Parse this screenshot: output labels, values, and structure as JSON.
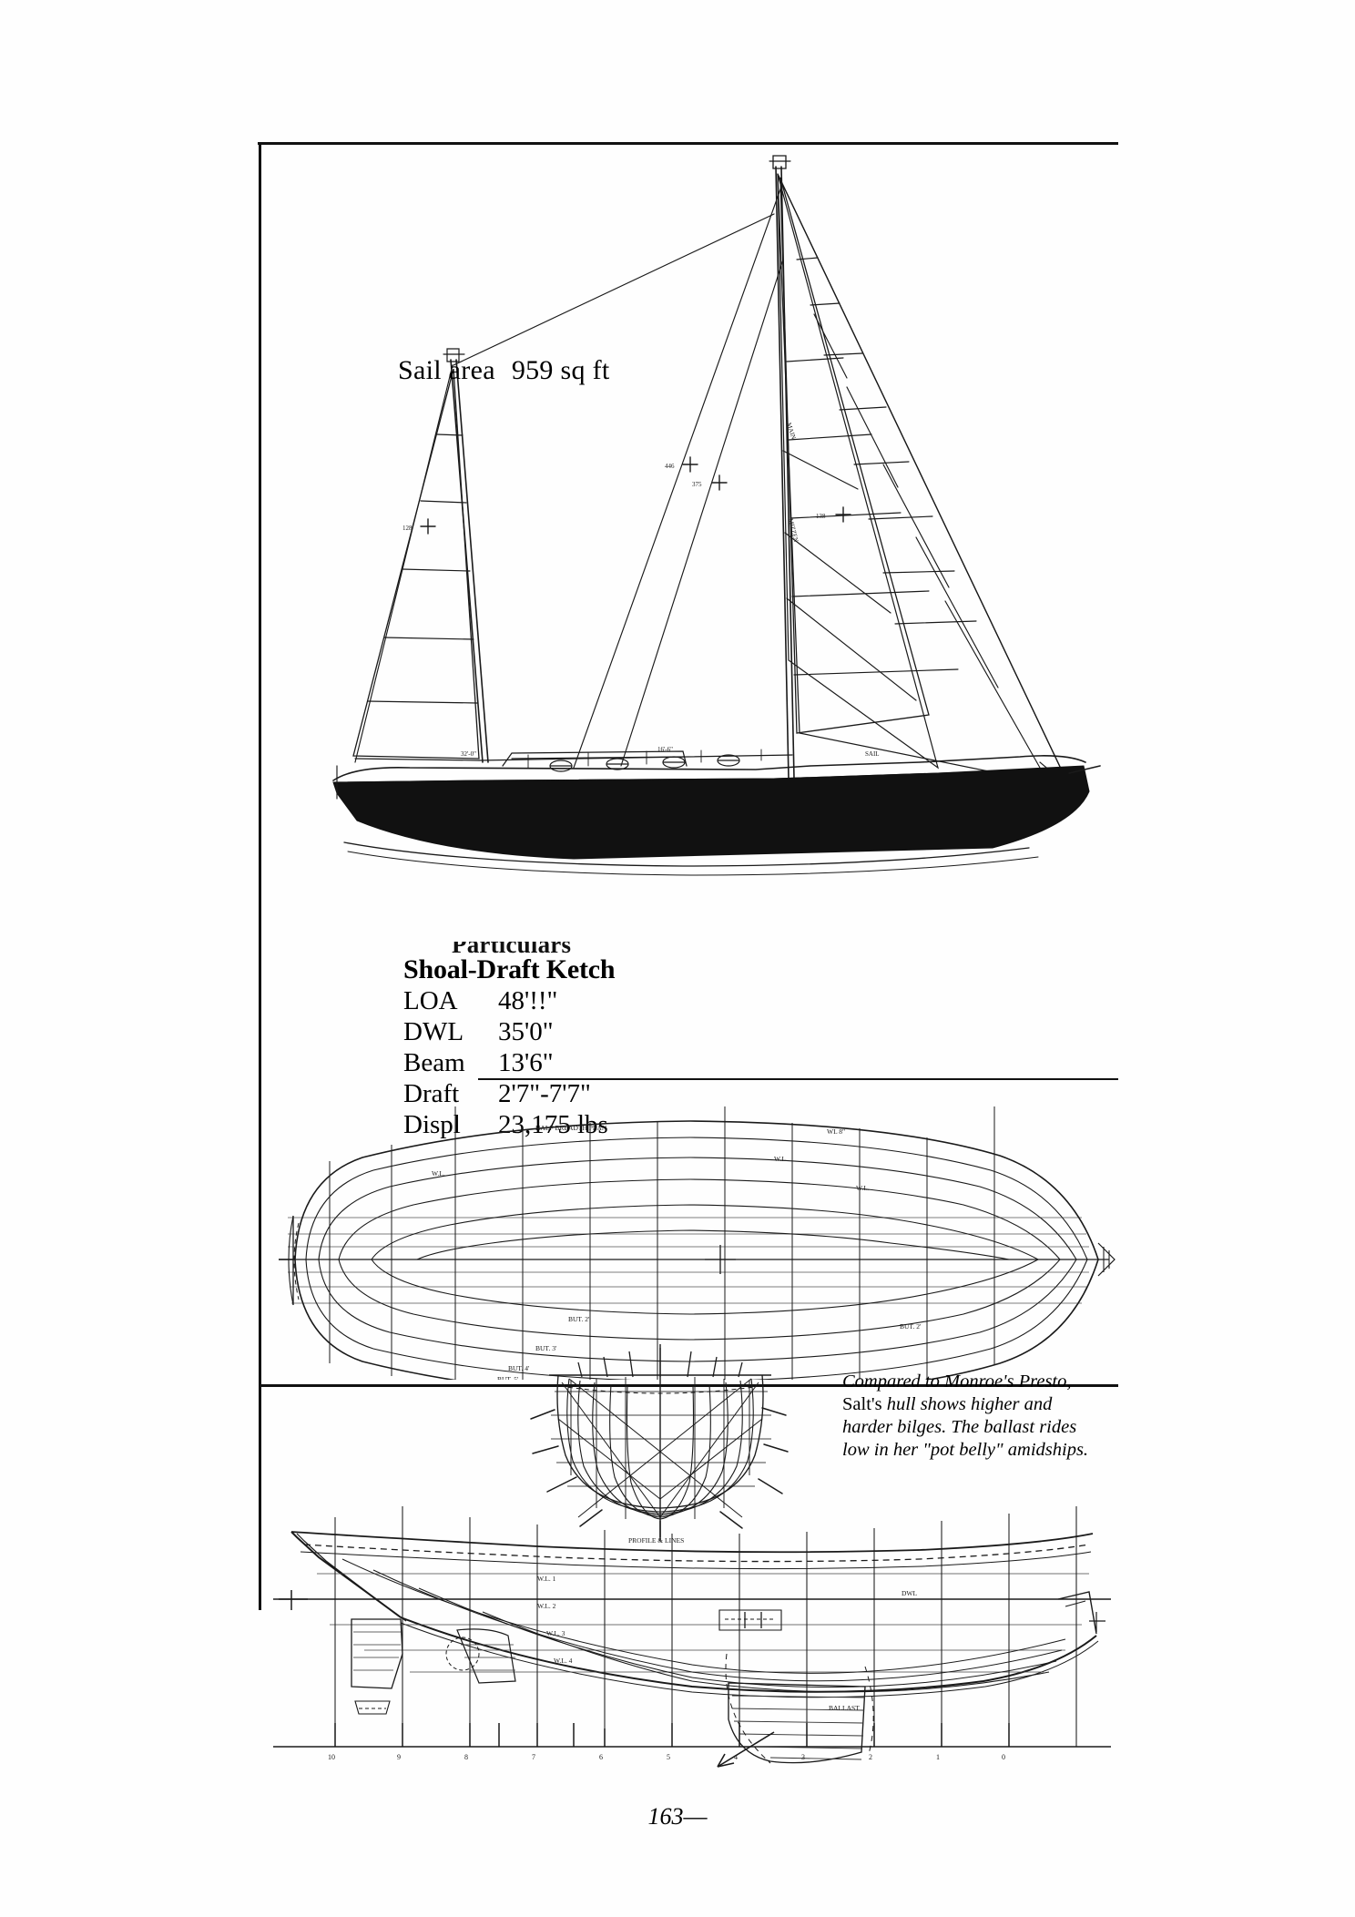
{
  "page": {
    "folio": "163",
    "folio_dash": "—",
    "background_color": "#ffffff",
    "ink_color": "#111111"
  },
  "sail_plan": {
    "label_prefix": "Sail area",
    "label_value": "959 sq ft",
    "full_label": "Sail area   959 sq ft",
    "rig_type": "ketch",
    "sails": [
      "mizzen",
      "mainsail",
      "staysail",
      "jib"
    ]
  },
  "particulars": {
    "section_label": "Particulars",
    "title": "Shoal-Draft Ketch",
    "rows": [
      {
        "label": "LOA",
        "value": "48'!!\""
      },
      {
        "label": "DWL",
        "value": "35'0\""
      },
      {
        "label": "Beam",
        "value": "13'6\""
      },
      {
        "label": "Draft",
        "value": "2'7\"-7'7\""
      },
      {
        "label": "Displ",
        "value": "23,175 lbs"
      }
    ]
  },
  "caption": {
    "line1": "Compared to Monroe's Presto,",
    "line2_roman": "Salt's ",
    "line2_italic": "hull shows higher and",
    "line3": "harder bilges. The ballast rides",
    "line4": "low in her \"pot belly\" amidships.",
    "full_text": "Compared to Monroe's Presto, Salt's hull shows higher and harder bilges. The ballast rides low in her \"pot belly\" amidships."
  },
  "figures": [
    {
      "name": "sail-plan-drawing",
      "description": "Ketch sail plan profile with mizzen, main, staysail and jib over solid black hull"
    },
    {
      "name": "half-breadth-plan",
      "description": "Waterlines / half-breadth plan of the hull"
    },
    {
      "name": "body-plan",
      "description": "Body plan showing midship station sections"
    },
    {
      "name": "profile-lines-plan",
      "description": "Sheer / profile lines plan with centreboard, rudder and ballast keel"
    }
  ]
}
